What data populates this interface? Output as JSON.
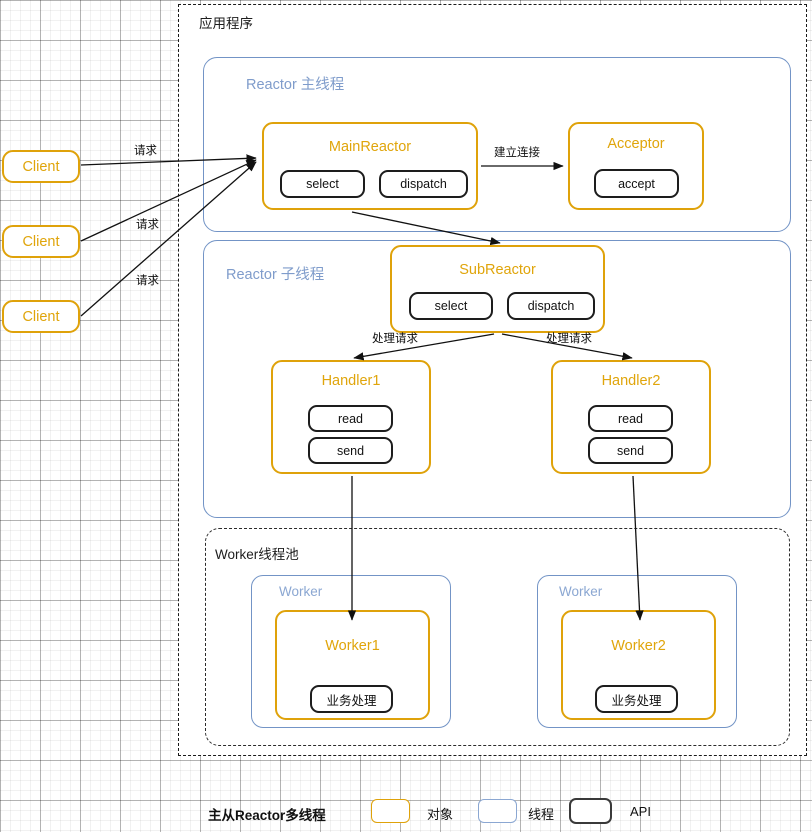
{
  "diagram": {
    "app_container_label": "应用程序",
    "legend": {
      "title": "主从Reactor多线程",
      "items": [
        {
          "label": "对象",
          "swatch": "object-orange"
        },
        {
          "label": "线程",
          "swatch": "thread-blue"
        },
        {
          "label": "API",
          "swatch": "api-black"
        }
      ]
    },
    "clients": [
      {
        "label": "Client"
      },
      {
        "label": "Client"
      },
      {
        "label": "Client"
      }
    ],
    "main_thread": {
      "label": "Reactor 主线程",
      "main_reactor": {
        "title": "MainReactor",
        "apis": [
          "select",
          "dispatch"
        ]
      },
      "acceptor": {
        "title": "Acceptor",
        "apis": [
          "accept"
        ]
      }
    },
    "sub_thread": {
      "label": "Reactor 子线程",
      "sub_reactor": {
        "title": "SubReactor",
        "apis": [
          "select",
          "dispatch"
        ]
      },
      "handlers": [
        {
          "title": "Handler1",
          "apis": [
            "read",
            "send"
          ]
        },
        {
          "title": "Handler2",
          "apis": [
            "read",
            "send"
          ]
        }
      ]
    },
    "worker_pool": {
      "label": "Worker线程池",
      "workers": [
        {
          "thread_label": "Worker",
          "title": "Worker1",
          "apis": [
            "业务处理"
          ]
        },
        {
          "thread_label": "Worker",
          "title": "Worker2",
          "apis": [
            "业务处理"
          ]
        }
      ]
    },
    "edge_labels": {
      "request": "请求",
      "establish_connection": "建立连接",
      "handle_request": "处理请求"
    },
    "colors": {
      "object_orange": "#dfa20a",
      "thread_blue": "#7394c6",
      "api_black": "#1d1d1d",
      "grid_line": "#c9c9c9",
      "text_dark": "#1d1d1d"
    }
  }
}
